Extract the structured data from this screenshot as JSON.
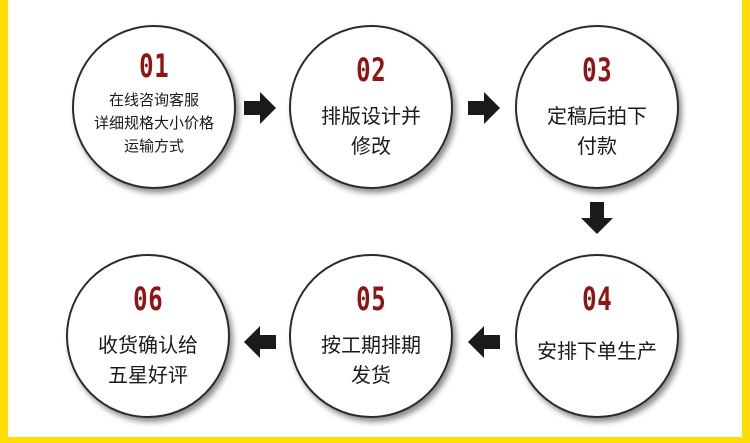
{
  "steps": [
    {
      "num": "01",
      "text": "在线咨询客服\n详细规格大小价格\n运输方式"
    },
    {
      "num": "02",
      "text": "排版设计并\n修改"
    },
    {
      "num": "03",
      "text": "定稿后拍下\n付款"
    },
    {
      "num": "04",
      "text": "安排下单生产"
    },
    {
      "num": "05",
      "text": "按工期排期\n发货"
    },
    {
      "num": "06",
      "text": "收货确认给\n五星好评"
    }
  ],
  "colors": {
    "frame": "#ffdd00",
    "number": "#8e1515",
    "arrow": "#1a1a1a"
  },
  "icons": {
    "arrow_right": "arrow-right-icon",
    "arrow_down": "arrow-down-icon",
    "arrow_left": "arrow-left-icon"
  }
}
